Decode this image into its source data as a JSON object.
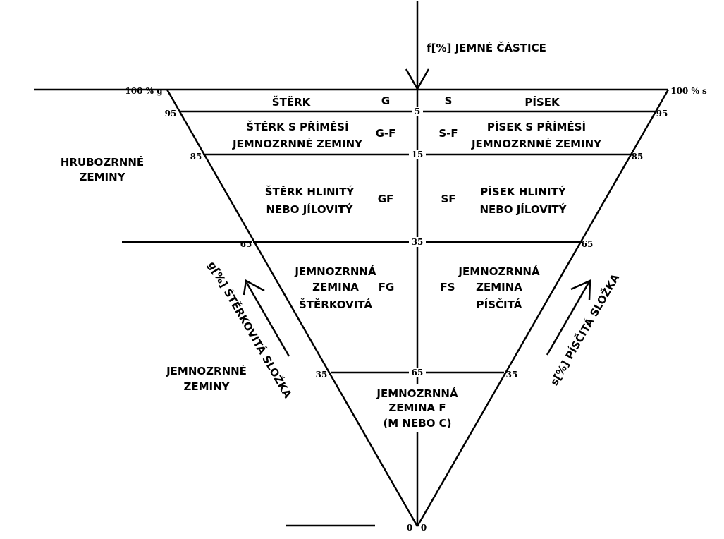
{
  "header": {
    "top_axis": "f[%] JEMNÉ ČÁSTICE"
  },
  "corners": {
    "left_top": "100 % g",
    "right_top": "100 % s"
  },
  "ticks": {
    "left": [
      "95",
      "85",
      "65",
      "35"
    ],
    "right": [
      "95",
      "85",
      "65",
      "35"
    ],
    "center": [
      "5",
      "15",
      "35",
      "65"
    ],
    "bottom_left": "0",
    "bottom_right": "0"
  },
  "side_labels": {
    "coarse": [
      "HRUBOZRNNÉ",
      "ZEMINY"
    ],
    "fine": [
      "JEMNOZRNNÉ",
      "ZEMINY"
    ],
    "gravel_axis": "g[%] ŠTĚRKOVITÁ SLOŽKA",
    "sand_axis": "s[%] PÍSČITÁ SLOŽKA"
  },
  "zones": {
    "gravel": {
      "name": "ŠTĚRK",
      "code": "G"
    },
    "sand": {
      "name": "PÍSEK",
      "code": "S"
    },
    "gravel_fines": {
      "lines": [
        "ŠTĚRK S PŘÍMĚSÍ",
        "JEMNOZRNNÉ ZEMINY"
      ],
      "code": "G-F"
    },
    "sand_fines": {
      "lines": [
        "PÍSEK S PŘÍMĚSÍ",
        "JEMNOZRNNÉ ZEMINY"
      ],
      "code": "S-F"
    },
    "gravel_clayey": {
      "lines": [
        "ŠTĚRK HLINITÝ",
        "NEBO JÍLOVITÝ"
      ],
      "code": "GF"
    },
    "sand_clayey": {
      "lines": [
        "PÍSEK HLINITÝ",
        "NEBO JÍLOVITÝ"
      ],
      "code": "SF"
    },
    "fine_gravelly": {
      "lines": [
        "JEMNOZRNNÁ",
        "ZEMINA",
        "ŠTĚRKOVITÁ"
      ],
      "code": "FG"
    },
    "fine_sandy": {
      "lines": [
        "JEMNOZRNNÁ",
        "ZEMINA",
        "PÍSČITÁ"
      ],
      "code": "FS"
    },
    "fine": {
      "lines": [
        "JEMNOZRNNÁ",
        "ZEMINA F",
        "(M NEBO C)"
      ]
    }
  }
}
